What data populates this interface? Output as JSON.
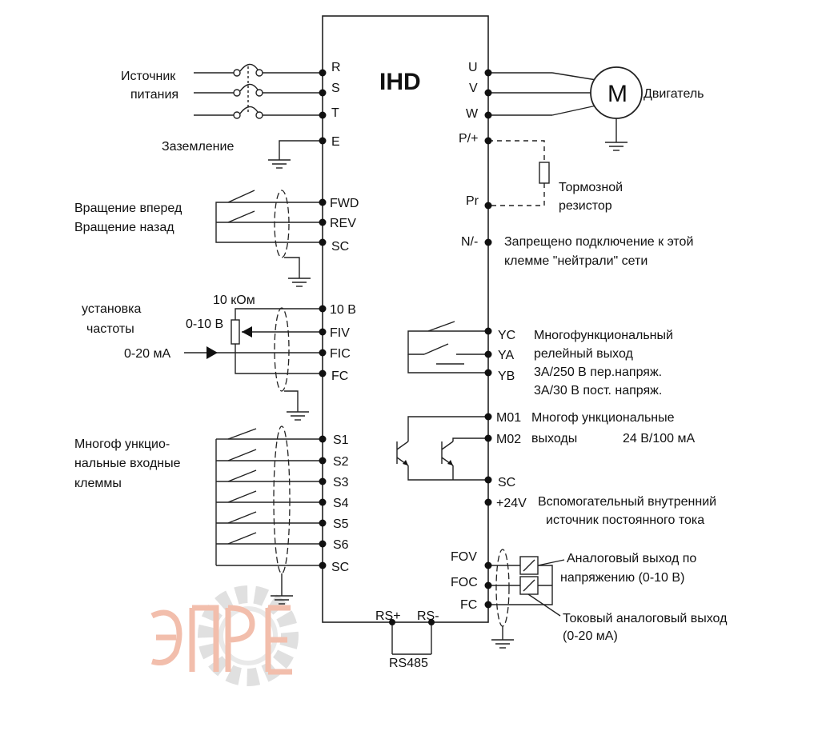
{
  "brand": "IHD",
  "motor_symbol": "M",
  "terminals": {
    "r": "R",
    "s": "S",
    "t": "T",
    "e": "E",
    "fwd": "FWD",
    "rev": "REV",
    "sc1": "SC",
    "v10": "10 В",
    "fiv": "FIV",
    "fic": "FIC",
    "fc": "FC",
    "s1": "S1",
    "s2": "S2",
    "s3": "S3",
    "s4": "S4",
    "s5": "S5",
    "s6": "S6",
    "sc2": "SC",
    "u": "U",
    "v": "V",
    "w": "W",
    "p": "P/+",
    "pr": "Pr",
    "n": "N/-",
    "yc": "YC",
    "ya": "YA",
    "yb": "YB",
    "m01": "M01",
    "m02": "M02",
    "sc3": "SC",
    "p24": "+24V",
    "fov": "FOV",
    "foc": "FOC",
    "fc2": "FC",
    "rsp": "RS+",
    "rsm": "RS-"
  },
  "labels": {
    "power_1": "Источник",
    "power_2": "питания",
    "ground": "Заземление",
    "forward": "Вращение вперед",
    "reverse": "Вращение назад",
    "freq_1": "установка",
    "freq_2": "частоты",
    "pot_r": "10 кОм",
    "pot_v": "0-10 В",
    "current_in": "0-20 мА",
    "inputs_1": "Многоф ункцио-",
    "inputs_2": "нальные входные",
    "inputs_3": "клеммы",
    "motor": "Двигатель",
    "brake_1": "Тормозной",
    "brake_2": "резистор",
    "neutral_1": "Запрещено подключение к этой",
    "neutral_2": "клемме \"нейтрали\" сети",
    "relay_1": "Многофункциональный",
    "relay_2": "релейный выход",
    "relay_3": "3A/250 В пер.напряж.",
    "relay_4": "3A/30 В пост. напряж.",
    "mo_1": "Многоф ункциональные",
    "mo_2": "выходы",
    "mo_3": "24 В/100 мА",
    "aux_1": "Вспомогательный внутренний",
    "aux_2": "источник постоянного тока",
    "aov_1": "Аналоговый выход по",
    "aov_2": "напряжению (0-10 В)",
    "aoc_1": "Токовый аналоговый выход",
    "aoc_2": "(0-20 мА)",
    "rs485": "RS485"
  },
  "colors": {
    "line": "#222222",
    "watermark_red": "#e98a6a",
    "watermark_gray": "#c8c8c8"
  }
}
